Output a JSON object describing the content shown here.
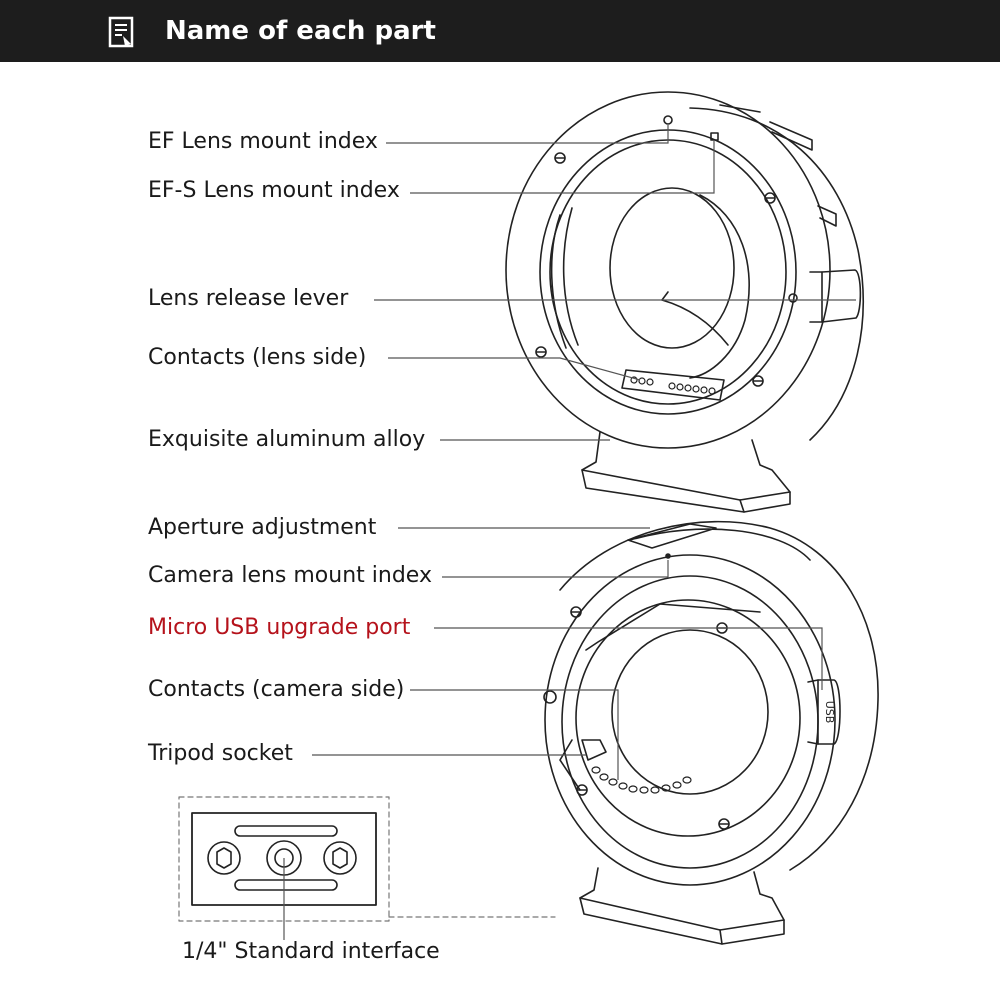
{
  "header": {
    "title": "Name of each part",
    "icon": "document-icon",
    "background": "#1d1d1d",
    "text_color": "#ffffff"
  },
  "labels": {
    "ef_mount_index": "EF Lens mount index",
    "efs_mount_index": "EF-S Lens mount index",
    "lens_release_lever": "Lens release lever",
    "contacts_lens_side": "Contacts (lens side)",
    "aluminum_alloy": "Exquisite aluminum alloy",
    "aperture_adjustment": "Aperture adjustment",
    "camera_mount_index": "Camera lens mount index",
    "micro_usb_port": "Micro USB upgrade port",
    "contacts_camera_side": "Contacts (camera side)",
    "tripod_socket": "Tripod socket",
    "standard_interface": "1/4\" Standard interface"
  },
  "usb_marking": "USB",
  "colors": {
    "highlight": "#b5121b",
    "line": "#555555"
  }
}
